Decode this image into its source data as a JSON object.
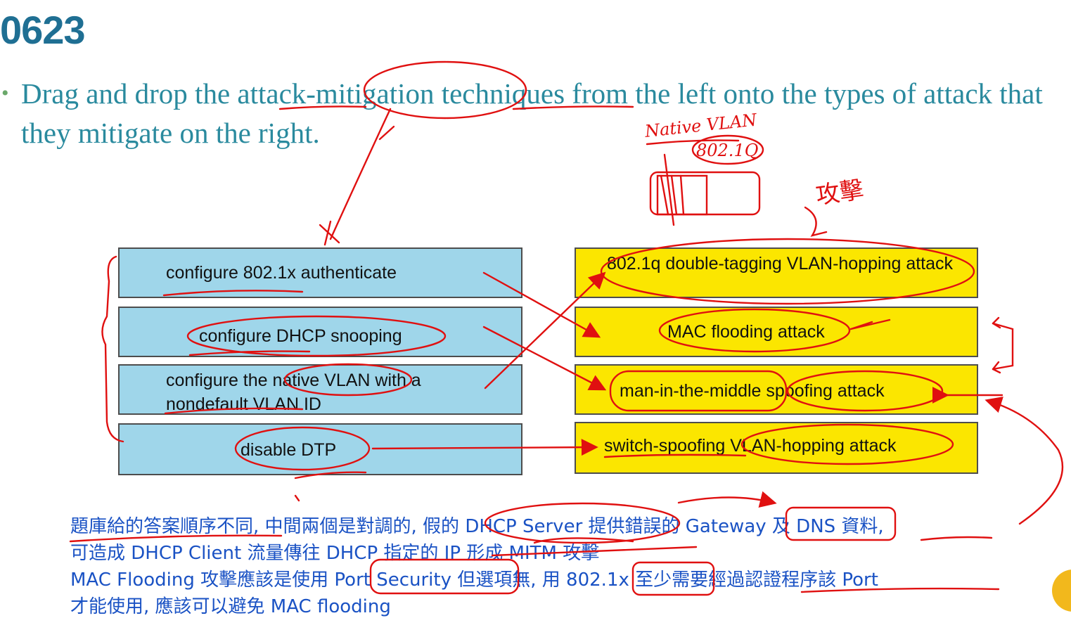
{
  "slide": {
    "title": "0623",
    "bullet": "Drag and drop the attack-mitigation techniques from the left onto the types of attack that they mitigate on the right."
  },
  "techniques": [
    "configure 802.1x authenticate",
    "configure DHCP snooping",
    "configure the native VLAN with a nondefault VLAN ID",
    "disable DTP"
  ],
  "attacks": [
    "802.1q double-tagging VLAN-hopping attack",
    "MAC flooding attack",
    "man-in-the-middle spoofing attack",
    "switch-spoofing VLAN-hopping attack"
  ],
  "handwriting": {
    "native_vlan": "Native VLAN",
    "dot1q": "802.1Q",
    "attack_cjk": "攻擊"
  },
  "notes": [
    "題庫給的答案順序不同, 中間兩個是對調的, 假的 DHCP Server 提供錯誤的 Gateway 及 DNS 資料,",
    "可造成 DHCP Client 流量傳往 DHCP 指定的 IP 形成 MITM 攻擊",
    "MAC Flooding 攻擊應該是使用 Port Security 但選項無, 用 802.1x 至少需要經過認證程序該 Port",
    "才能使用, 應該可以避免 MAC flooding"
  ],
  "colors": {
    "title": "#1f6f93",
    "bullet_text": "#2a8a9e",
    "left_box": "#9fd6ea",
    "right_box": "#fbe600",
    "annotation_red": "#e01010",
    "note_text": "#1a52c4"
  }
}
